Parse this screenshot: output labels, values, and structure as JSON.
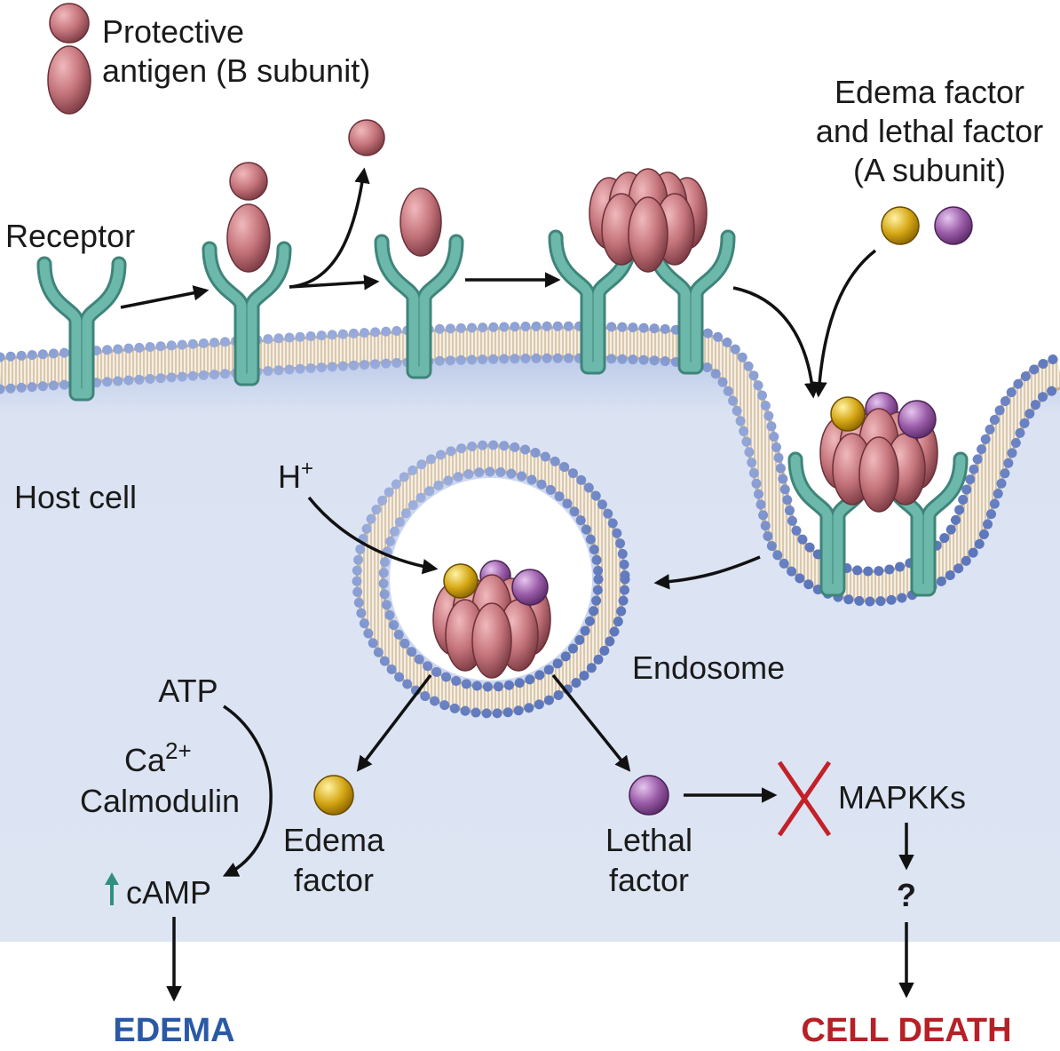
{
  "labels": {
    "protective_antigen_l1": "Protective",
    "protective_antigen_l2": "antigen (B subunit)",
    "receptor": "Receptor",
    "ef_lf_l1": "Edema factor",
    "ef_lf_l2": "and lethal factor",
    "ef_lf_l3": "(A subunit)",
    "host_cell": "Host cell",
    "h_plus_base": "H",
    "h_plus_sup": "+",
    "endosome": "Endosome",
    "atp": "ATP",
    "ca_base": "Ca",
    "ca_sup": "2+",
    "calmodulin": "Calmodulin",
    "camp": "cAMP",
    "edema_factor_l1": "Edema",
    "edema_factor_l2": "factor",
    "lethal_factor_l1": "Lethal",
    "lethal_factor_l2": "factor",
    "mapkks": "MAPKKs",
    "question": "?",
    "edema_outcome": "EDEMA",
    "cell_death_outcome": "CELL DEATH"
  },
  "colors": {
    "cell_fill": "#dde5f3",
    "membrane_head": "#7b93cf",
    "membrane_tail": "#cdb89a",
    "receptor": "#6cb8ab",
    "receptor_dark": "#3f8479",
    "pa_subunit": "#c4737a",
    "pa_dark": "#8e4a52",
    "edema_factor": "#d6a816",
    "lethal_factor": "#9a5ca8",
    "camp_up_arrow": "#2f8f80",
    "edema_outcome": "#2a59a6",
    "cell_death_outcome": "#b72026",
    "inhibition_x": "#c42028"
  }
}
